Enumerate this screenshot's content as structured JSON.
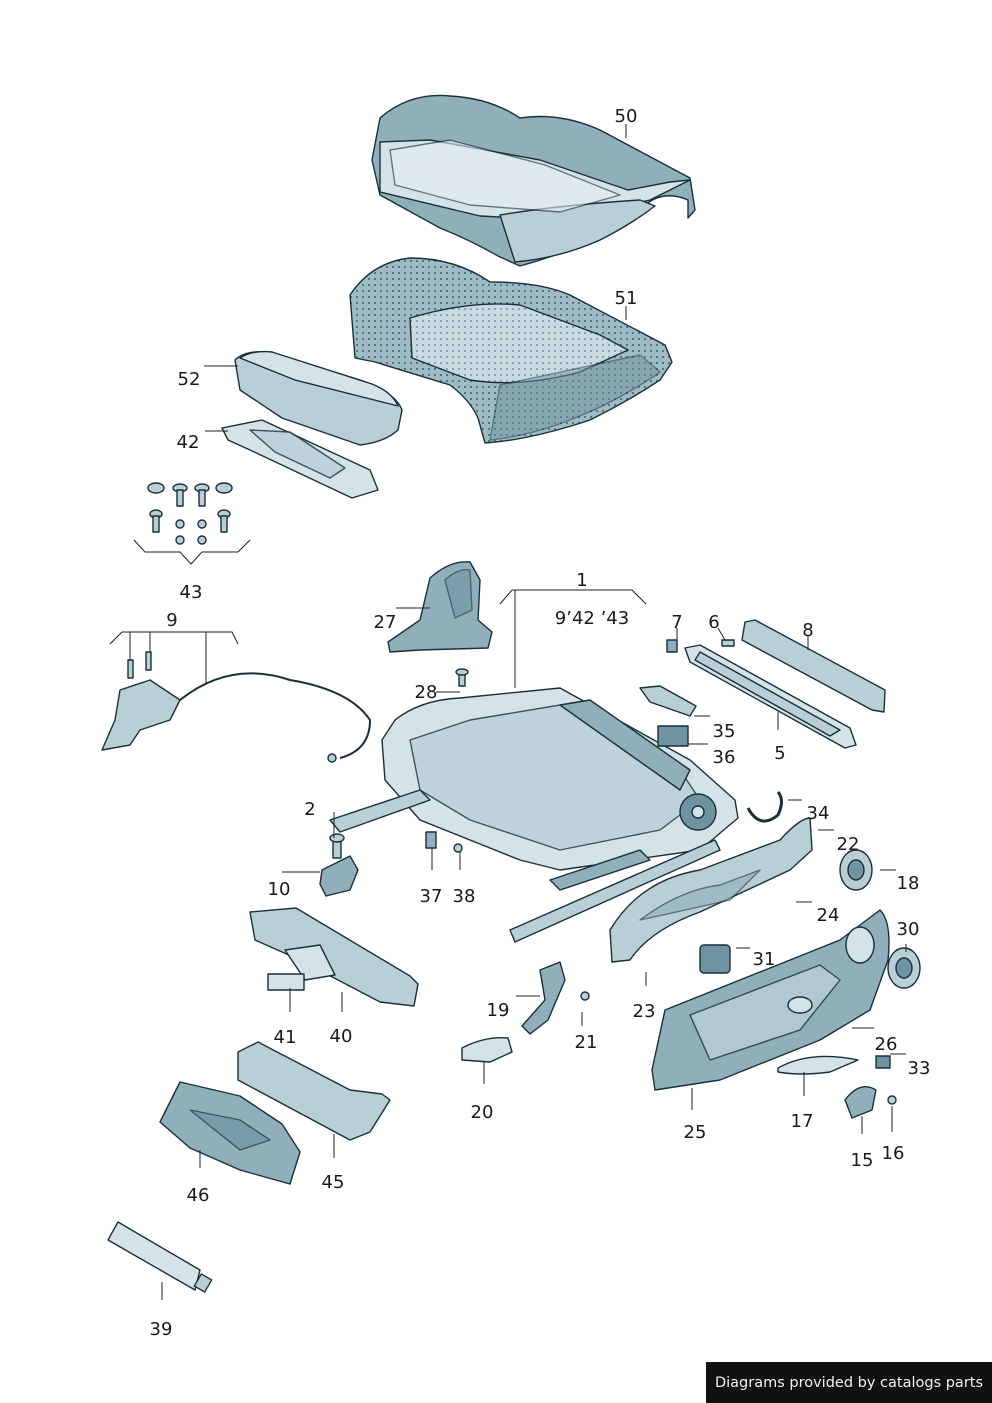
{
  "callouts": {
    "p50": "50",
    "p51": "51",
    "p52": "52",
    "p42": "42",
    "p43": "43",
    "p9": "9",
    "p1": "1",
    "p1_note": "9’42 ’43",
    "p27": "27",
    "p28": "28",
    "p7": "7",
    "p6": "6",
    "p8": "8",
    "p5": "5",
    "p35": "35",
    "p36": "36",
    "p34": "34",
    "p22": "22",
    "p18": "18",
    "p24": "24",
    "p2": "2",
    "p10": "10",
    "p37": "37",
    "p38": "38",
    "p40": "40",
    "p41": "41",
    "p19": "19",
    "p21": "21",
    "p23": "23",
    "p31": "31",
    "p30": "30",
    "p26": "26",
    "p33": "33",
    "p20": "20",
    "p25": "25",
    "p17": "17",
    "p15": "15",
    "p16": "16",
    "p45": "45",
    "p46": "46",
    "p39": "39"
  },
  "credit": "Diagrams provided by catalogs parts",
  "colors": {
    "part_fill_light": "#d4e3e8",
    "part_fill_mid": "#b9cfd6",
    "part_fill_dark": "#8fb0bb",
    "part_outline": "#1b2f3a",
    "credit_bg": "#111111"
  }
}
